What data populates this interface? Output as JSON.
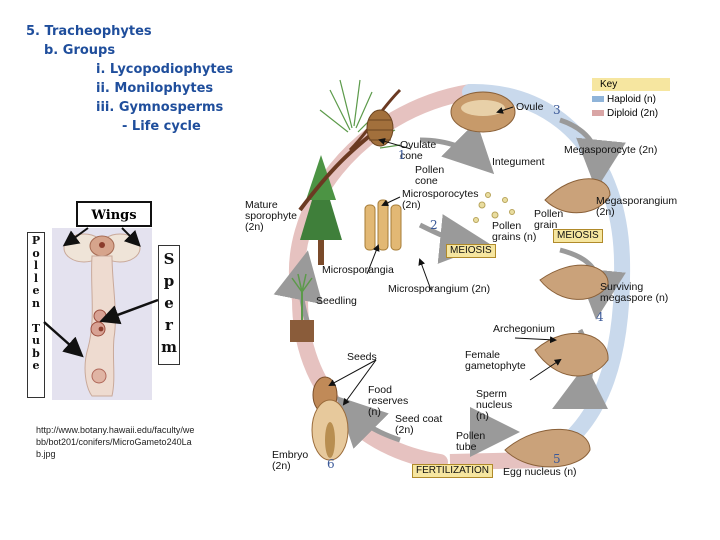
{
  "outline": {
    "line1": "5. Tracheophytes",
    "line2": "b. Groups",
    "line3": "i. Lycopodiophytes",
    "line4": "ii. Monilophytes",
    "line5": "iii. Gymnosperms",
    "line6": "- Life cycle"
  },
  "pollen_figure": {
    "wings_label": "Wings",
    "pollen_tube_label": "Pollen Tube",
    "sperm_label": "Sperm",
    "source_url": "http://www.botany.hawaii.edu/faculty/webb/bot201/conifers/MicroGameto240Lab.jpg"
  },
  "key": {
    "title": "Key",
    "haploid": "Haploid (n)",
    "diploid": "Diploid (2n)",
    "haploid_color": "#8fb4d9",
    "diploid_color": "#d9a5a5"
  },
  "labels": {
    "ovule": "Ovule",
    "ovulate_cone": "Ovulate cone",
    "integument": "Integument",
    "megasporocyte": "Megasporocyte (2n)",
    "pollen_cone": "Pollen cone",
    "microsporocytes": "Microsporocytes (2n)",
    "mature_sporophyte": "Mature sporophyte (2n)",
    "megasporangium": "Megasporangium (2n)",
    "pollen_grain": "Pollen grain",
    "pollen_grains": "Pollen grains (n)",
    "meiosis_left": "MEIOSIS",
    "meiosis_right": "MEIOSIS",
    "microsporangia": "Microsporangia",
    "microsporangium": "Microsporangium (2n)",
    "surviving_megaspore": "Surviving megaspore (n)",
    "seedling": "Seedling",
    "archegonium": "Archegonium",
    "seeds": "Seeds",
    "female_gametophyte": "Female gametophyte",
    "food_reserves": "Food reserves (n)",
    "sperm_nucleus": "Sperm nucleus (n)",
    "seed_coat": "Seed coat (2n)",
    "pollen_tube": "Pollen tube",
    "embryo": "Embryo (2n)",
    "fertilization": "FERTILIZATION",
    "egg_nucleus": "Egg nucleus (n)"
  },
  "steps": [
    "1",
    "2",
    "3",
    "4",
    "5",
    "6"
  ]
}
